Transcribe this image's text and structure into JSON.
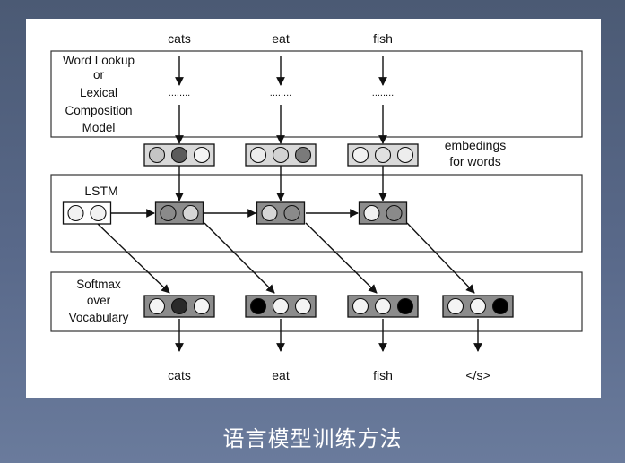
{
  "caption": "语言模型训练方法",
  "diagram": {
    "input_words": [
      "cats",
      "eat",
      "fish"
    ],
    "output_words": [
      "cats",
      "eat",
      "fish",
      "</s>"
    ],
    "lookup_label": [
      "Word Lookup",
      "or",
      "Lexical",
      "Composition",
      "Model"
    ],
    "lookup_dots": "........",
    "embed_label": [
      "embedings",
      "for words"
    ],
    "lstm_label": "LSTM",
    "softmax_label": [
      "Softmax",
      "over",
      "Vocabulary"
    ],
    "embedding_vectors": [
      [
        "#c4c4c4",
        "#5b5b5b",
        "#f4f4f4"
      ],
      [
        "#ececec",
        "#d2d2d2",
        "#7a7a7a"
      ],
      [
        "#f2f2f2",
        "#e1e1e1",
        "#ededed"
      ]
    ],
    "init_state": [
      "#f2f2f2",
      "#f2f2f2"
    ],
    "lstm_states": [
      [
        "#8a8a8a",
        "#d6d6d6"
      ],
      [
        "#d6d6d6",
        "#8a8a8a"
      ],
      [
        "#f0f0f0",
        "#8a8a8a"
      ]
    ],
    "softmax_vectors": [
      [
        "#f4f4f4",
        "#2a2a2a",
        "#f4f4f4"
      ],
      [
        "#000000",
        "#f4f4f4",
        "#f4f4f4"
      ],
      [
        "#f4f4f4",
        "#f4f4f4",
        "#000000"
      ],
      [
        "#f4f4f4",
        "#f4f4f4",
        "#000000"
      ]
    ],
    "colors": {
      "embed_box_fill": "#d9d9d9",
      "lstm_box_fill": "#8c8c8c",
      "softmax_box_fill": "#8c8c8c",
      "init_box_fill": "#ffffff",
      "line": "#111111"
    }
  }
}
